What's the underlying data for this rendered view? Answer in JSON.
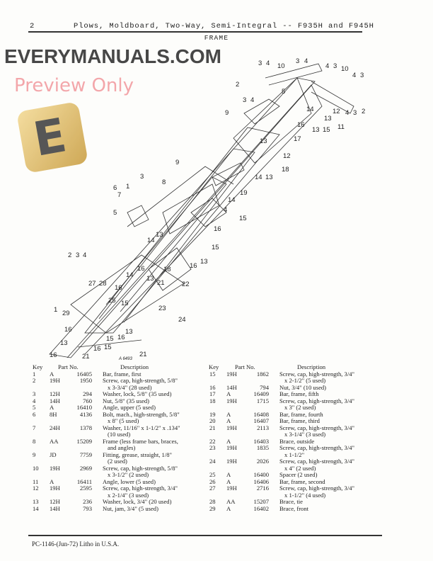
{
  "header": {
    "page_number": "2",
    "title": "Plows, Moldboard, Two-Way, Semi-Integral -- F935H and F945H",
    "section": "FRAME"
  },
  "diagram": {
    "figure_id": "A 6493",
    "callouts": [
      "3",
      "4",
      "10",
      "3",
      "4",
      "4",
      "3",
      "10",
      "4",
      "3",
      "2",
      "3",
      "4",
      "5",
      "12",
      "14",
      "13",
      "4",
      "3",
      "2",
      "9",
      "16",
      "13",
      "15",
      "11",
      "17",
      "13",
      "12",
      "9",
      "18",
      "14",
      "13",
      "3",
      "6",
      "1",
      "7",
      "8",
      "19",
      "14",
      "4",
      "15",
      "5",
      "16",
      "13",
      "14",
      "15",
      "13",
      "16",
      "16",
      "2",
      "3",
      "4",
      "14",
      "18",
      "13",
      "21",
      "28",
      "22",
      "25",
      "15",
      "23",
      "1",
      "29",
      "24",
      "16",
      "13",
      "15",
      "16",
      "13",
      "16",
      "15",
      "21",
      "16",
      "21",
      "27",
      "16"
    ]
  },
  "parts_table": {
    "headers": {
      "key": "Key",
      "part_no": "Part No.",
      "description": "Description"
    },
    "left": [
      {
        "key": "1",
        "prefix": "A",
        "number": "16405",
        "desc": [
          "Bar, frame, first"
        ]
      },
      {
        "key": "2",
        "prefix": "19H",
        "number": "1950",
        "desc": [
          "Screw, cap, high-strength, 5/8\"",
          "x 3-3/4\" (28 used)"
        ]
      },
      {
        "key": "3",
        "prefix": "12H",
        "number": "294",
        "desc": [
          "Washer, lock, 5/8\" (35 used)"
        ]
      },
      {
        "key": "4",
        "prefix": "14H",
        "number": "760",
        "desc": [
          "Nut, 5/8\" (35 used)"
        ]
      },
      {
        "key": "5",
        "prefix": "A",
        "number": "16410",
        "desc": [
          "Angle, upper (5 used)"
        ]
      },
      {
        "key": "6",
        "prefix": "8H",
        "number": "4136",
        "desc": [
          "Bolt, mach., high-strength, 5/8\"",
          "x 8\" (5 used)"
        ]
      },
      {
        "key": "7",
        "prefix": "24H",
        "number": "1378",
        "desc": [
          "Washer, 11/16\" x 1-1/2\" x .134\"",
          "(10 used)"
        ]
      },
      {
        "key": "8",
        "prefix": "AA",
        "number": "15209",
        "desc": [
          "Frame (less frame bars, braces,",
          "and angles)"
        ]
      },
      {
        "key": "9",
        "prefix": "JD",
        "number": "7759",
        "desc": [
          "Fitting, grease, straight, 1/8\"",
          "(2 used)"
        ]
      },
      {
        "key": "10",
        "prefix": "19H",
        "number": "2969",
        "desc": [
          "Screw, cap, high-strength, 5/8\"",
          "x 3-1/2\" (2 used)"
        ]
      },
      {
        "key": "11",
        "prefix": "A",
        "number": "16411",
        "desc": [
          "Angle, lower (5 used)"
        ]
      },
      {
        "key": "12",
        "prefix": "19H",
        "number": "2595",
        "desc": [
          "Screw, cap, high-strength, 3/4\"",
          "x 2-1/4\" (3 used)"
        ]
      },
      {
        "key": "13",
        "prefix": "12H",
        "number": "236",
        "desc": [
          "Washer, lock, 3/4\" (20 used)"
        ]
      },
      {
        "key": "14",
        "prefix": "14H",
        "number": "793",
        "desc": [
          "Nut, jam, 3/4\" (5 used)"
        ]
      }
    ],
    "right": [
      {
        "key": "15",
        "prefix": "19H",
        "number": "1862",
        "desc": [
          "Screw, cap, high-strength, 3/4\"",
          "x 2-1/2\" (5 used)"
        ]
      },
      {
        "key": "16",
        "prefix": "14H",
        "number": "794",
        "desc": [
          "Nut, 3/4\" (10 used)"
        ]
      },
      {
        "key": "17",
        "prefix": "A",
        "number": "16409",
        "desc": [
          "Bar, frame, fifth"
        ]
      },
      {
        "key": "18",
        "prefix": "19H",
        "number": "1715",
        "desc": [
          "Screw, cap, high-strength, 3/4\"",
          "x 3\" (2 used)"
        ]
      },
      {
        "key": "19",
        "prefix": "A",
        "number": "16408",
        "desc": [
          "Bar, frame, fourth"
        ]
      },
      {
        "key": "20",
        "prefix": "A",
        "number": "16407",
        "desc": [
          "Bar, frame, third"
        ]
      },
      {
        "key": "21",
        "prefix": "19H",
        "number": "2113",
        "desc": [
          "Screw, cap, high-strength, 3/4\"",
          "x 3-1/4\" (3 used)"
        ]
      },
      {
        "key": "22",
        "prefix": "A",
        "number": "16403",
        "desc": [
          "Brace, outside"
        ]
      },
      {
        "key": "23",
        "prefix": "19H",
        "number": "1835",
        "desc": [
          "Screw, cap, high-strength, 3/4\"",
          "x 1-1/2\""
        ]
      },
      {
        "key": "24",
        "prefix": "19H",
        "number": "2026",
        "desc": [
          "Screw, cap, high-strength, 3/4\"",
          "x 4\" (2 used)"
        ]
      },
      {
        "key": "25",
        "prefix": "A",
        "number": "16400",
        "desc": [
          "Spacer (2 used)"
        ]
      },
      {
        "key": "26",
        "prefix": "A",
        "number": "16406",
        "desc": [
          "Bar, frame, second"
        ]
      },
      {
        "key": "27",
        "prefix": "19H",
        "number": "2716",
        "desc": [
          "Screw, cap, high-strength, 3/4\"",
          "x 1-1/2\" (4 used)"
        ]
      },
      {
        "key": "28",
        "prefix": "AA",
        "number": "15207",
        "desc": [
          "Brace, tie"
        ]
      },
      {
        "key": "29",
        "prefix": "A",
        "number": "16402",
        "desc": [
          "Brace, front"
        ]
      }
    ]
  },
  "footer": {
    "text": "PC-1146-(Jun-72)   Litho in U.S.A."
  },
  "watermark": {
    "logo_letter": "E",
    "brand": "EVERYMANUALS.COM",
    "preview": "Preview Only"
  }
}
